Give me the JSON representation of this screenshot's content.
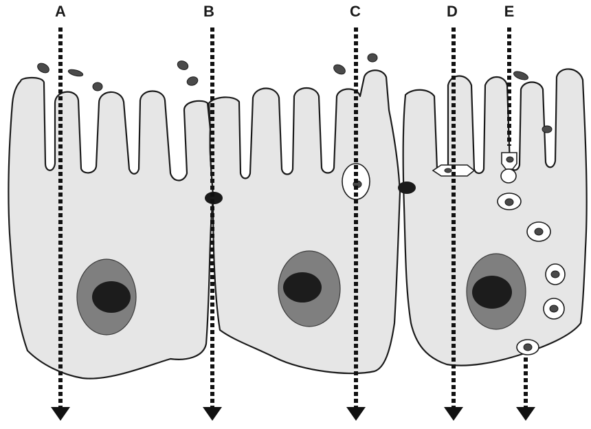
{
  "diagram": {
    "routes": [
      {
        "label": "A"
      },
      {
        "label": "B"
      },
      {
        "label": "C"
      },
      {
        "label": "D"
      },
      {
        "label": "E"
      }
    ],
    "colors": {
      "cytoplasm": "#e6e6e6",
      "nucleus": "#7f7f7f",
      "nucleolus": "#1c1c1c",
      "outline": "#1a1a1a",
      "vesicle": "#ffffff"
    }
  }
}
